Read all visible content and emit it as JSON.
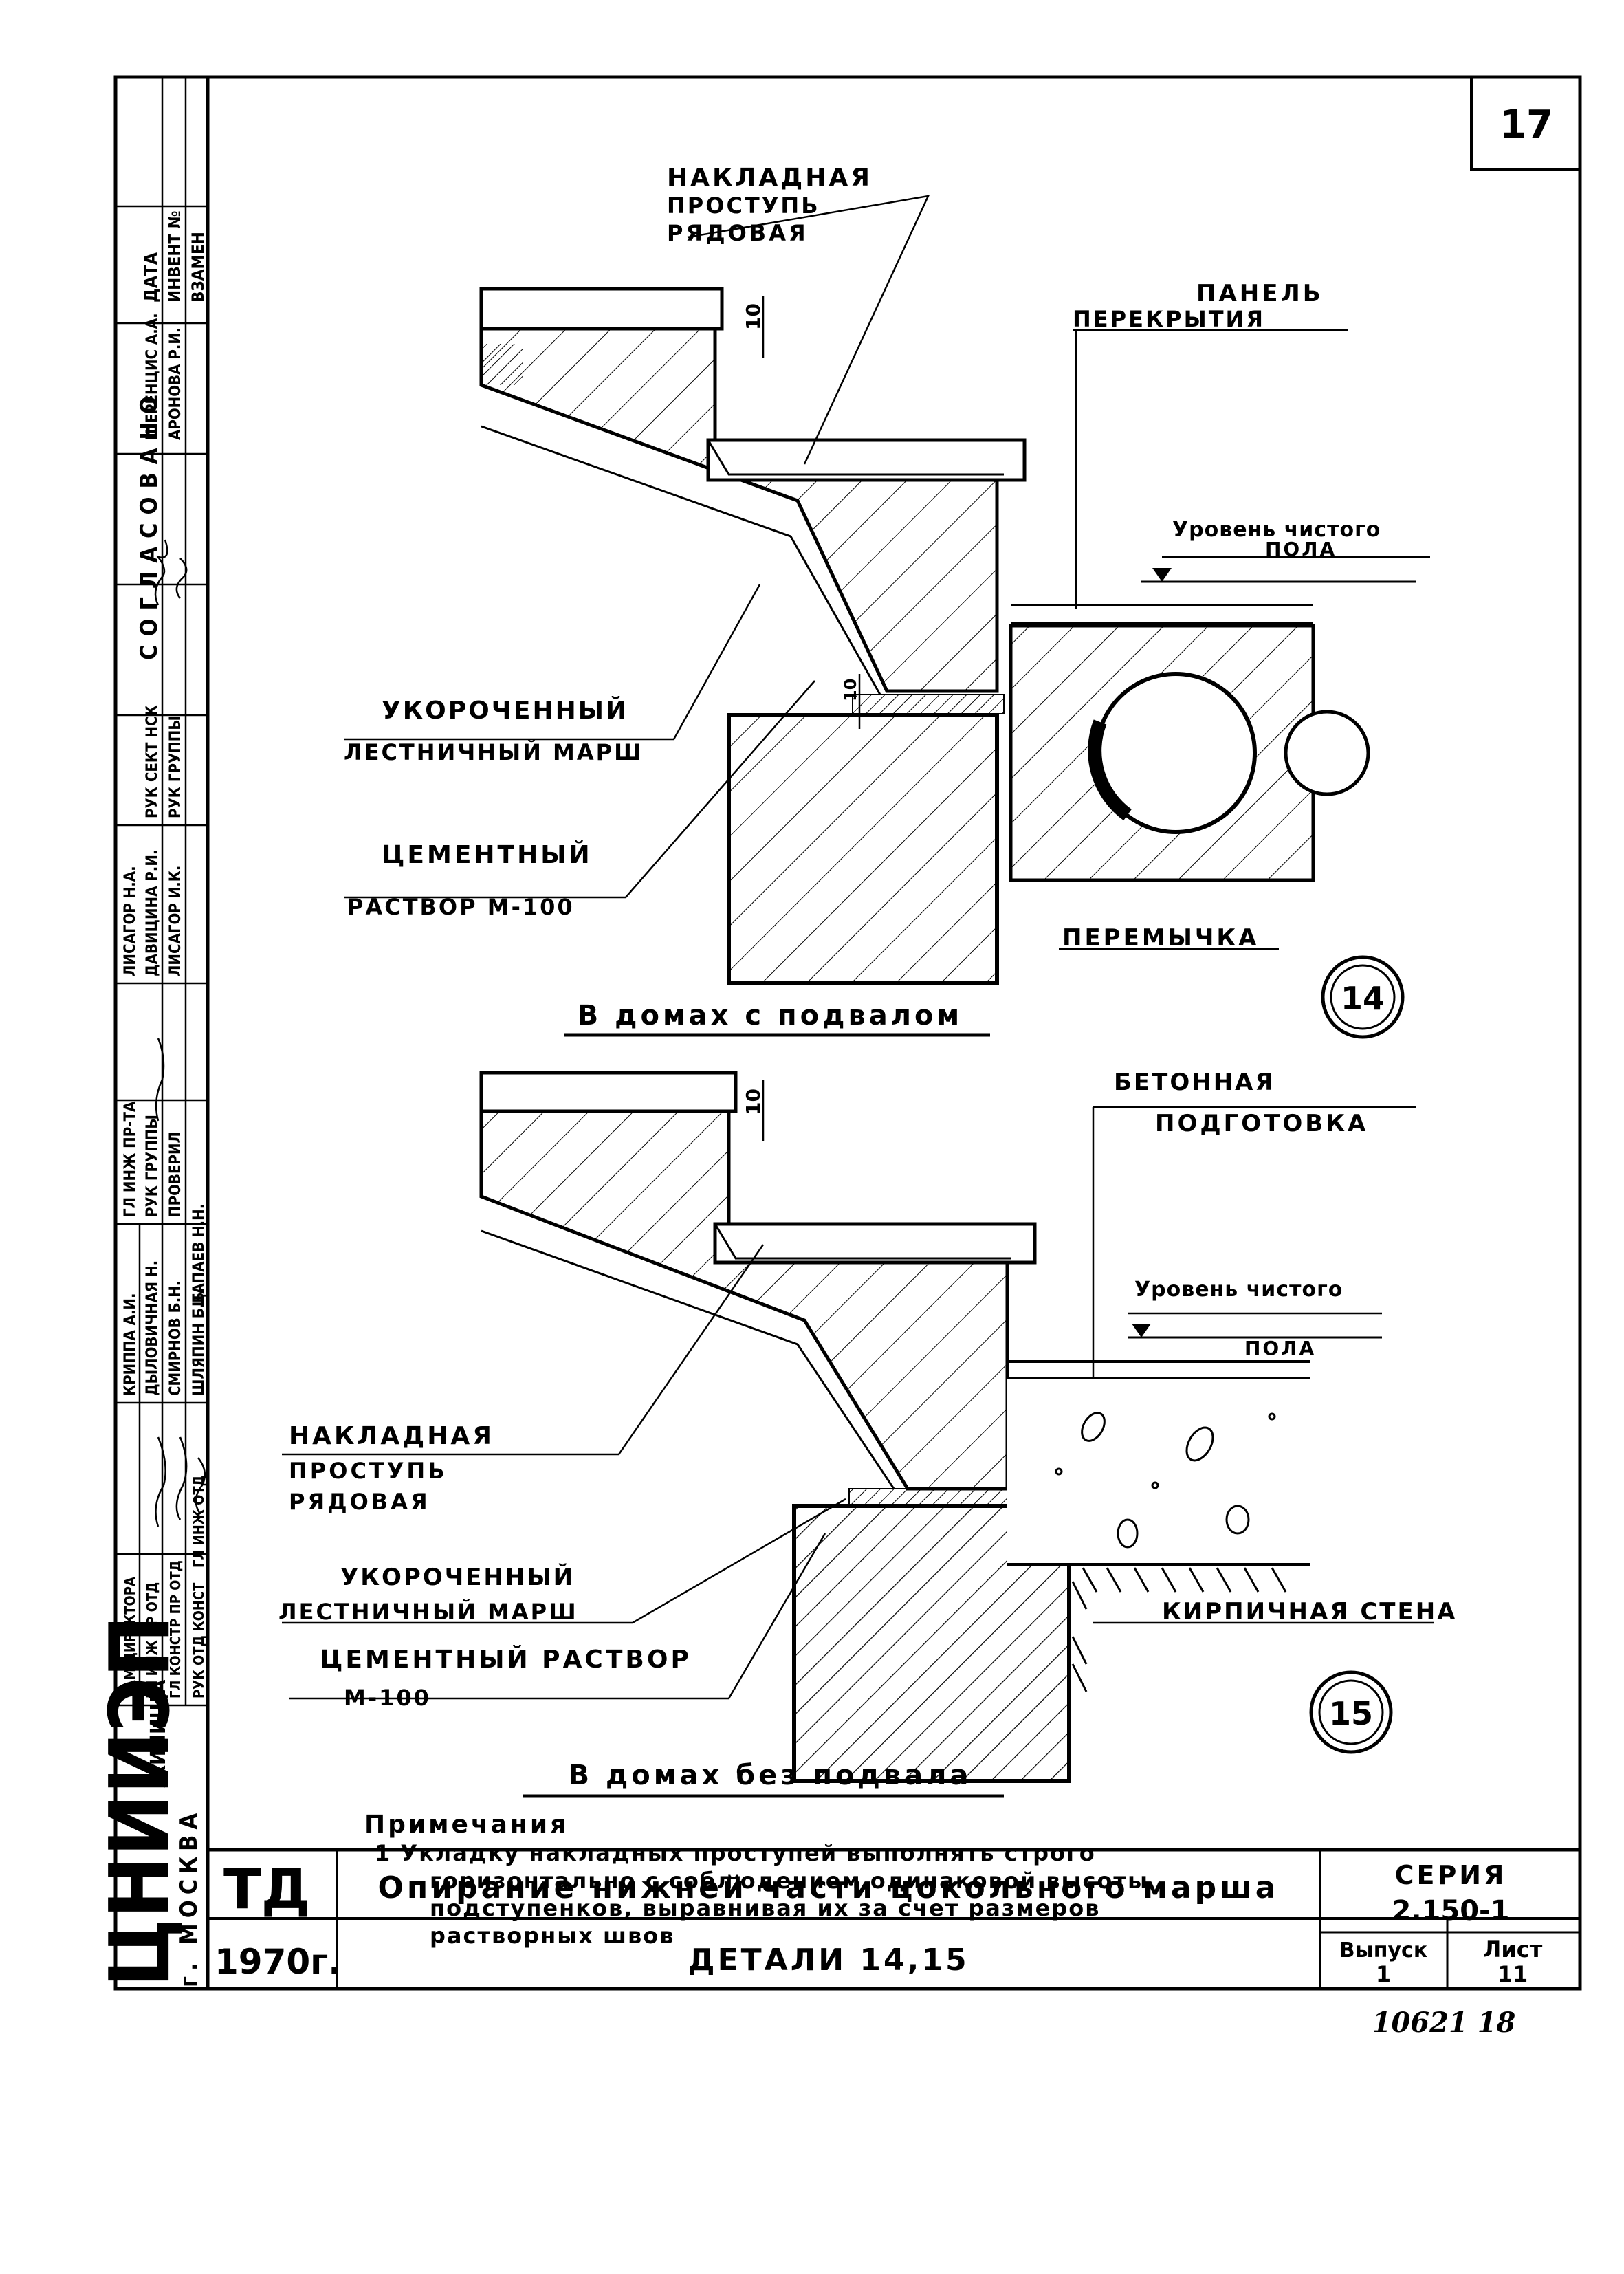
{
  "sheet": {
    "page_number": "17",
    "org_logo": "ЦНИИЭП",
    "org_word": "ЖИЛИЩА",
    "city": "г. МОСКВА",
    "stamp_code": "ТД",
    "year": "1970г.",
    "title": "Опирание нижней части цокольного марша",
    "subtitle": "ДЕТАЛИ 14,15",
    "series_label": "СЕРИЯ",
    "series_value": "2.150-1",
    "issue_label": "Выпуск",
    "issue_value": "1",
    "sheet_label": "Лист",
    "sheet_value": "11",
    "inventory_code": "10621 18"
  },
  "approvals": {
    "agreed_header": "СОГЛАСОВАНО",
    "date_label": "ДАТА",
    "inv_label": "ИНВЕНТ №",
    "replace_label": "ВЗАМЕН",
    "rows": [
      {
        "role": "ШЕРЕНЦИС А.А.",
        "name": "АРОНОВА Р.И."
      },
      {
        "role": "РУК СЕКТ НСК",
        "name": "РУК ГРУППЫ"
      },
      {
        "role": "ЛИСАГОР Н.А.",
        "name": "ДАВИЦИНА Р.И."
      },
      {
        "role": "ЛИСАГОР И.К.",
        "name": ""
      },
      {
        "role": "ГЛ ИНЖ ПР-ТА",
        "name": "РУК ГРУППЫ"
      },
      {
        "role": "ПРОВЕРИЛ",
        "name": ""
      },
      {
        "role": "КРИППА А.И.",
        "name": "ДЫЛОВИЧНАЯ Н."
      },
      {
        "role": "СМИРНОВ Б.Н.",
        "name": "ШЛЯПИН Б.Б."
      },
      {
        "role": "ЦАПАЕВ Н.Н.",
        "name": ""
      },
      {
        "role": "ЗАМ ДИРЕКТОРА",
        "name": "ГЛ ИНЖ ПР ОТД"
      },
      {
        "role": "ГЛ КОНСТР ПР ОТД",
        "name": "РУК ОТД КОНСТ"
      },
      {
        "role": "ГЛ ИНЖ ОТД",
        "name": ""
      }
    ]
  },
  "detail14": {
    "number": "14",
    "caption": "В домах с подвалом",
    "dim": "10",
    "dim2": "10",
    "lbl_tread_1": "НАКЛАДНАЯ",
    "lbl_tread_2": "ПРОСТУПЬ",
    "lbl_tread_3": "РЯДОВАЯ",
    "lbl_panel_1": "ПАНЕЛЬ",
    "lbl_panel_2": "ПЕРЕКРЫТИЯ",
    "lbl_floor_1": "Уровень чистого",
    "lbl_floor_2": "ПОЛА",
    "lbl_flight_1": "УКОРОЧЕННЫЙ",
    "lbl_flight_2": "ЛЕСТНИЧНЫЙ МАРШ",
    "lbl_mortar_1": "ЦЕМЕНТНЫЙ",
    "lbl_mortar_2": "РАСТВОР М-100",
    "lbl_lintel": "ПЕРЕМЫЧКА"
  },
  "detail15": {
    "number": "15",
    "caption": "В домах без подвала",
    "dim": "10",
    "lbl_concrete_1": "БЕТОННАЯ",
    "lbl_concrete_2": "ПОДГОТОВКА",
    "lbl_floor_1": "Уровень чистого",
    "lbl_floor_2": "ПОЛА",
    "lbl_tread_1": "НАКЛАДНАЯ",
    "lbl_tread_2": "ПРОСТУПЬ",
    "lbl_tread_3": "РЯДОВАЯ",
    "lbl_flight_1": "УКОРОЧЕННЫЙ",
    "lbl_flight_2": "ЛЕСТНИЧНЫЙ МАРШ",
    "lbl_brick": "КИРПИЧНАЯ СТЕНА",
    "lbl_mortar_1": "ЦЕМЕНТНЫЙ РАСТВОР",
    "lbl_mortar_2": "М-100"
  },
  "notes": {
    "header": "Примечания",
    "lines": [
      "1 Укладку накладных проступей выполнять строго",
      "горизонтально с соблюдением одинаковой высоты",
      "подступенков, выравнивая их за счет размеров",
      "растворных швов"
    ]
  }
}
